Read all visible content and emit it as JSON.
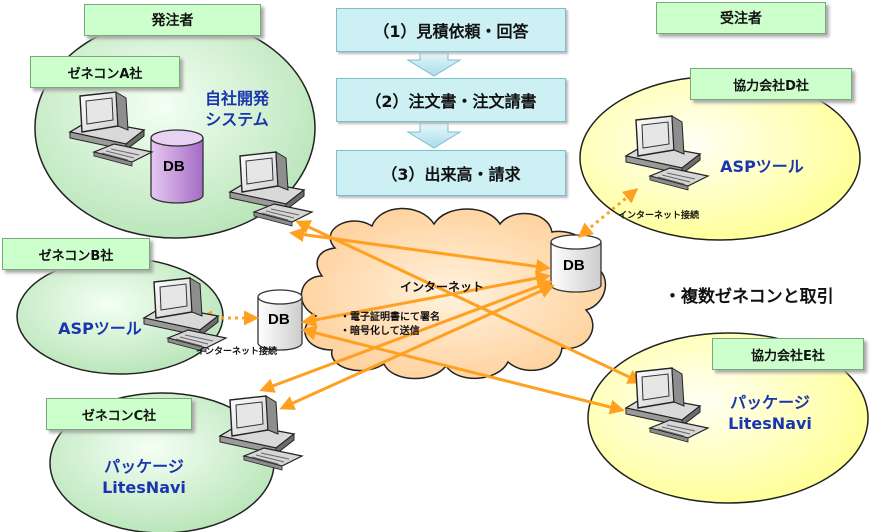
{
  "groups": {
    "orderer": "発注者",
    "contractor": "受注者"
  },
  "steps": [
    "（1）見積依頼・回答",
    "（2）注文書・注文請書",
    "（3）出来高・請求"
  ],
  "companies": {
    "a": "ゼネコンA社",
    "b": "ゼネコンB社",
    "c": "ゼネコンC社",
    "d": "協力会社D社",
    "e": "協力会社E社"
  },
  "systems": {
    "in_house_line1": "自社開発",
    "in_house_line2": "システム",
    "asp_b": "ASPツール",
    "asp_d": "ASPツール",
    "pkg_c_line1": "パッケージ",
    "pkg_c_line2": "LitesNavi",
    "pkg_e_line1": "パッケージ",
    "pkg_e_line2": "LitesNavi"
  },
  "db_label": "DB",
  "internet_label": "インターネット",
  "internet_conn_b": "インターネット接続",
  "internet_conn_d": "インターネット接続",
  "security_notes": [
    "・電子証明書にて署名",
    "・暗号化して送信"
  ],
  "feature": "・複数ゼネコンと取引",
  "colors": {
    "orderer_ellipse": "#cceecc",
    "contractor_ellipse": "#ffffb0",
    "arrow": "#ffa020",
    "cloud": "#ffd9a8",
    "step_box": "#ccf0f4",
    "label_box": "#ccffcc",
    "db_purple": "#c090d8",
    "text_blue": "#1a35b0"
  }
}
